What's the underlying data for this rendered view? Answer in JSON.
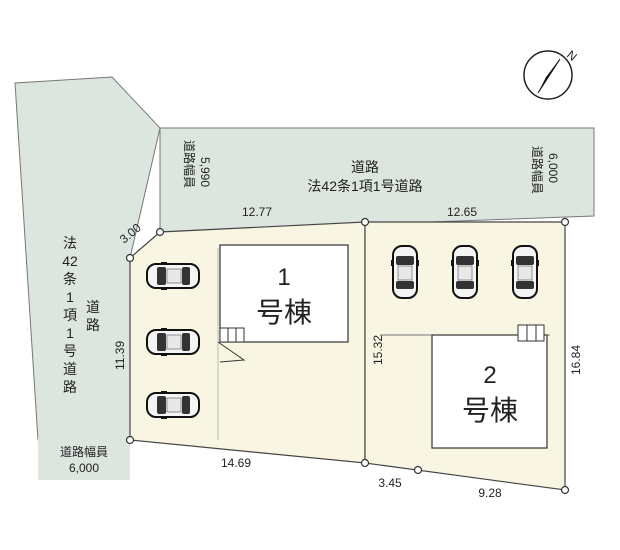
{
  "compass": {
    "north_label": "N",
    "icon": "north-arrow-icon"
  },
  "top_road": {
    "name": "道路",
    "law": "法42条1項1号道路",
    "width_left_label": "道路幅員",
    "width_left_value": "5,990",
    "width_right_label": "道路幅員",
    "width_right_value": "6,000"
  },
  "left_road": {
    "law_chars": [
      "法",
      "42",
      "条",
      "1",
      "項",
      "1",
      "号",
      "道",
      "路"
    ],
    "road_chars": [
      "道",
      "路"
    ],
    "width_label": "道路幅員",
    "width_value": "6,000"
  },
  "dimensions": {
    "corner_cut": "3.00",
    "top_left": "12.77",
    "top_right": "12.65",
    "left_side": "11.39",
    "middle": "15.32",
    "right_side": "16.84",
    "bottom_left": "14.69",
    "bottom_mid": "3.45",
    "bottom_right": "9.28"
  },
  "buildings": [
    {
      "number": "1",
      "name": "号棟"
    },
    {
      "number": "2",
      "name": "号棟"
    }
  ]
}
